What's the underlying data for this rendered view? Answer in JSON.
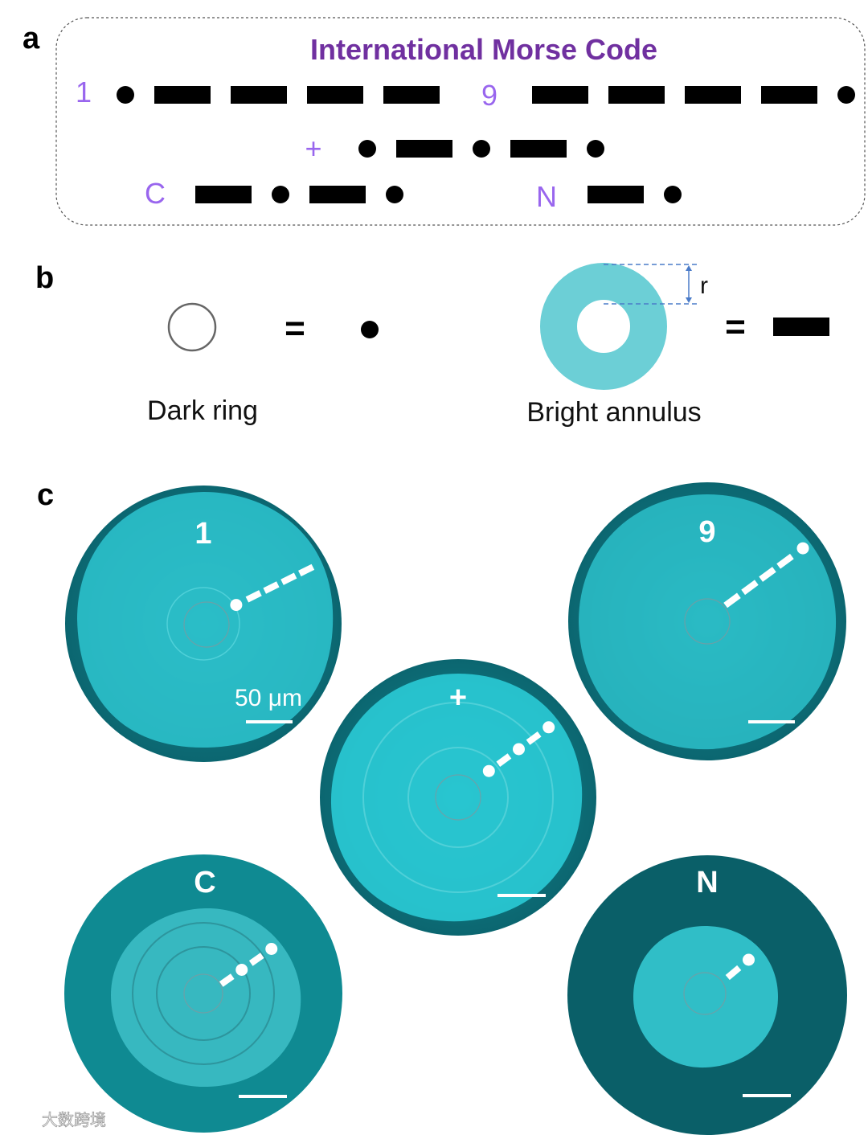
{
  "panels": {
    "a": "a",
    "b": "b",
    "c": "c"
  },
  "morse": {
    "title": "International Morse Code",
    "colors": {
      "title": "#7030A0",
      "char": "#9966EE",
      "symbol": "#000000"
    },
    "rows": [
      {
        "char": "1",
        "code": ".----"
      },
      {
        "char": "9",
        "code": "----."
      },
      {
        "char": "+",
        "code": ".-.-."
      },
      {
        "char": "C",
        "code": "-.-."
      },
      {
        "char": "N",
        "code": "-."
      }
    ]
  },
  "legend": {
    "dark_ring": {
      "label": "Dark ring",
      "symbol": "dot",
      "equals": "="
    },
    "bright_annulus": {
      "label": "Bright annulus",
      "symbol": "dash",
      "equals": "=",
      "radius_label": "r",
      "color": "#6CCFD6"
    }
  },
  "micrographs": {
    "scale_bar_label": "50 μm",
    "items": [
      {
        "label": "1",
        "code": ".----",
        "background": "#0B6E78",
        "colony": "#2EC6D0"
      },
      {
        "label": "9",
        "code": "----.",
        "background": "#0B6E78",
        "colony": "#2EC6D0"
      },
      {
        "label": "+",
        "code": ".-.-.",
        "background": "#0B6E78",
        "colony": "#2ACBD6"
      },
      {
        "label": "C",
        "code": "-.-.",
        "background": "#0F8A92",
        "colony": "#45C7CF"
      },
      {
        "label": "N",
        "code": "-.",
        "background": "#0A5F68",
        "colony": "#33C3CC"
      }
    ]
  },
  "watermark": "大数跨境"
}
